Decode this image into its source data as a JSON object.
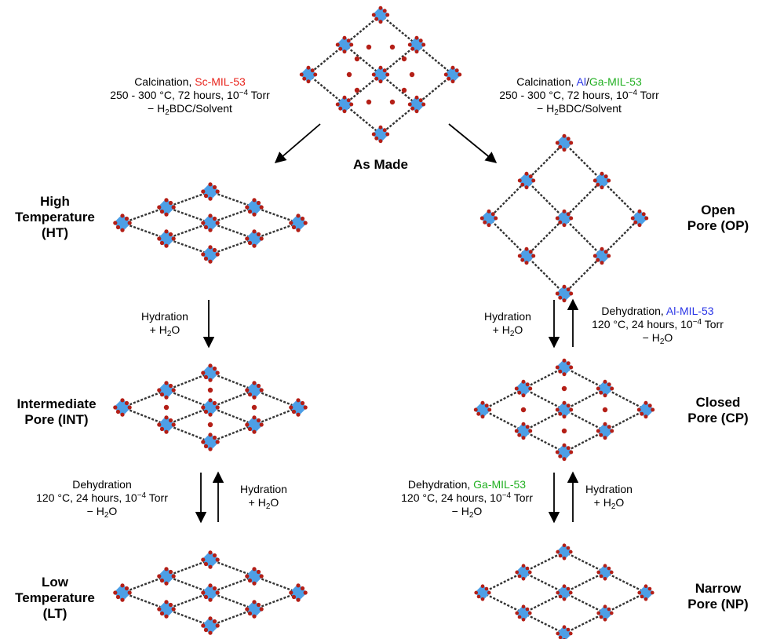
{
  "colors": {
    "metal": "#4d9fe6",
    "oxygen": "#b41f17",
    "linker": "#333333"
  },
  "as_made": {
    "label": "As Made"
  },
  "left_top": {
    "line1_prefix": "Calcination, ",
    "line1_material": "Sc-MIL-53",
    "line2": "250 - 300 °C, 72 hours, 10",
    "line2_exp": "−4",
    "line2_suffix": " Torr",
    "line3_prefix": "− H",
    "line3_sub": "2",
    "line3_suffix": "BDC/Solvent"
  },
  "right_top": {
    "line1_prefix": "Calcination, ",
    "line1_mat_a": "Al",
    "line1_sep": "/",
    "line1_mat_b": "Ga-MIL-53",
    "line2": "250 - 300 °C, 72 hours, 10",
    "line2_exp": "−4",
    "line2_suffix": " Torr",
    "line3_prefix": "− H",
    "line3_sub": "2",
    "line3_suffix": "BDC/Solvent"
  },
  "labels": {
    "ht_1": "High",
    "ht_2": "Temperature",
    "ht_3": "(HT)",
    "int_1": "Intermediate",
    "int_2": "Pore (INT)",
    "lt_1": "Low",
    "lt_2": "Temperature",
    "lt_3": "(LT)",
    "op_1": "Open",
    "op_2": "Pore (OP)",
    "cp_1": "Closed",
    "cp_2": "Pore (CP)",
    "np_1": "Narrow",
    "np_2": "Pore (NP)"
  },
  "hydration_1": {
    "line1": "Hydration",
    "line2_prefix": "+ H",
    "line2_sub": "2",
    "line2_suffix": "O"
  },
  "dehydration_left": {
    "line1": "Dehydration",
    "line2": "120 °C, 24 hours, 10",
    "line2_exp": "−4",
    "line2_suffix": " Torr",
    "line3_prefix": "− H",
    "line3_sub": "2",
    "line3_suffix": "O"
  },
  "hydration_left": {
    "line1": "Hydration",
    "line2_prefix": "+ H",
    "line2_sub": "2",
    "line2_suffix": "O"
  },
  "hydration_op": {
    "line1": "Hydration",
    "line2_prefix": "+ H",
    "line2_sub": "2",
    "line2_suffix": "O"
  },
  "dehydration_al": {
    "line1_prefix": "Dehydration, ",
    "line1_material": "Al-MIL-53",
    "line2": "120 °C, 24 hours, 10",
    "line2_exp": "−4",
    "line2_suffix": " Torr",
    "line3_prefix": "− H",
    "line3_sub": "2",
    "line3_suffix": "O"
  },
  "dehydration_ga": {
    "line1_prefix": "Dehydration, ",
    "line1_material": "Ga-MIL-53",
    "line2": "120 °C, 24 hours, 10",
    "line2_exp": "−4",
    "line2_suffix": " Torr",
    "line3_prefix": "− H",
    "line3_sub": "2",
    "line3_suffix": "O"
  },
  "hydration_np": {
    "line1": "Hydration",
    "line2_prefix": "+ H",
    "line2_sub": "2",
    "line2_suffix": "O"
  }
}
